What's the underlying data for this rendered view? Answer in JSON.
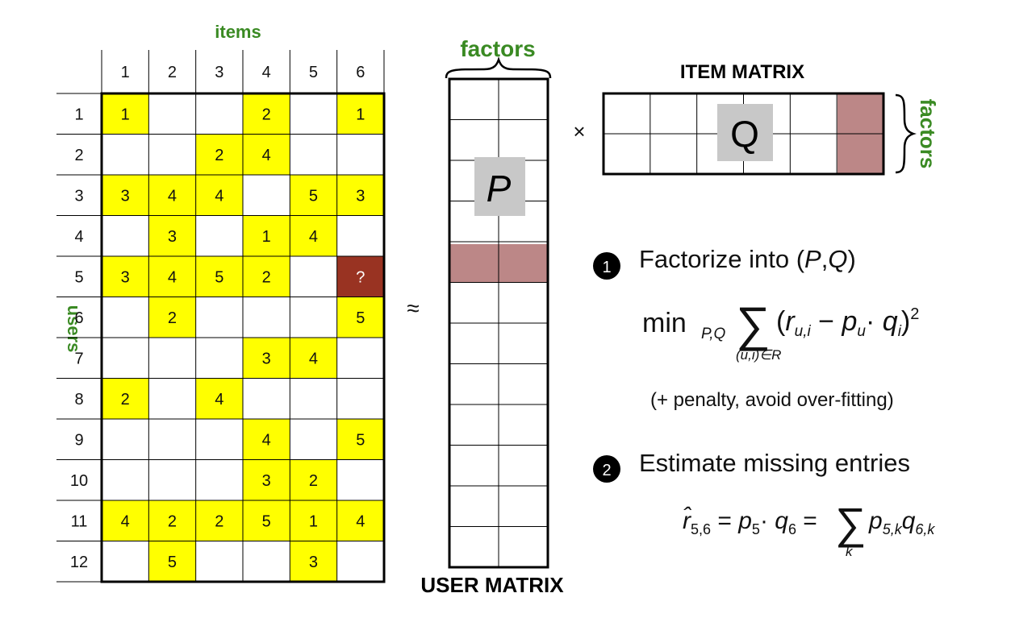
{
  "rating_matrix": {
    "items_label": "items",
    "users_label": "users",
    "item_ids": [
      "1",
      "2",
      "3",
      "4",
      "5",
      "6"
    ],
    "user_ids": [
      "1",
      "2",
      "3",
      "4",
      "5",
      "6",
      "7",
      "8",
      "9",
      "10",
      "11",
      "12"
    ],
    "ratings": [
      [
        "1",
        "",
        "",
        "2",
        "",
        "1"
      ],
      [
        "",
        "",
        "2",
        "4",
        "",
        ""
      ],
      [
        "3",
        "4",
        "4",
        "",
        "5",
        "3"
      ],
      [
        "",
        "3",
        "",
        "1",
        "4",
        ""
      ],
      [
        "3",
        "4",
        "5",
        "2",
        "",
        "?"
      ],
      [
        "",
        "2",
        "",
        "",
        "",
        "5"
      ],
      [
        "",
        "",
        "",
        "3",
        "4",
        ""
      ],
      [
        "2",
        "",
        "4",
        "",
        "",
        ""
      ],
      [
        "",
        "",
        "",
        "4",
        "",
        "5"
      ],
      [
        "",
        "",
        "",
        "3",
        "2",
        ""
      ],
      [
        "4",
        "2",
        "2",
        "5",
        "1",
        "4"
      ],
      [
        "",
        "5",
        "",
        "",
        "3",
        ""
      ]
    ]
  },
  "user_matrix": {
    "title": "USER MATRIX",
    "factors_label": "factors",
    "symbol": "P",
    "rows": 12,
    "cols": 2,
    "highlighted_row": 5
  },
  "item_matrix": {
    "title": "ITEM MATRIX",
    "factors_label": "factors",
    "symbol": "Q",
    "rows": 2,
    "cols": 6,
    "highlighted_col": 6
  },
  "operators": {
    "approx": "≈",
    "times": "×"
  },
  "steps": [
    {
      "number": "1",
      "title": "Factorize into (P,Q)",
      "formula_min": "min",
      "formula_min_sub": "P,Q",
      "formula_sum_index": "(u,i)∈R",
      "note": "(+ penalty, avoid over-fitting)"
    },
    {
      "number": "2",
      "title": "Estimate missing entries",
      "formula_sum_index": "k"
    }
  ],
  "colors": {
    "rated_cell": "#ffff00",
    "target_cell": "#993322",
    "highlight": "#b57a7a",
    "green_label": "#3a8a23",
    "symbol_box": "#c8c8c8"
  }
}
